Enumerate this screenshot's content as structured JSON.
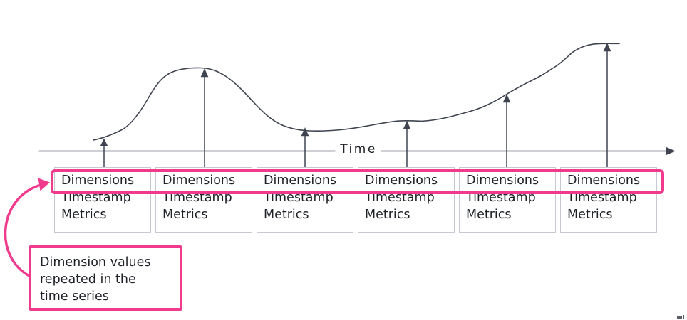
{
  "diagram": {
    "axis": {
      "label": "Time"
    },
    "records": {
      "fields": [
        "Dimensions",
        "Timestamp",
        "Metrics"
      ],
      "count": 6
    },
    "callout": {
      "text": "Dimension values\nrepeated in the\ntime series"
    },
    "colors": {
      "accent_pink": "#EF3A8D",
      "line_dark": "#3F4450",
      "box_border": "#C6C9CF",
      "text": "#1E2127"
    }
  }
}
